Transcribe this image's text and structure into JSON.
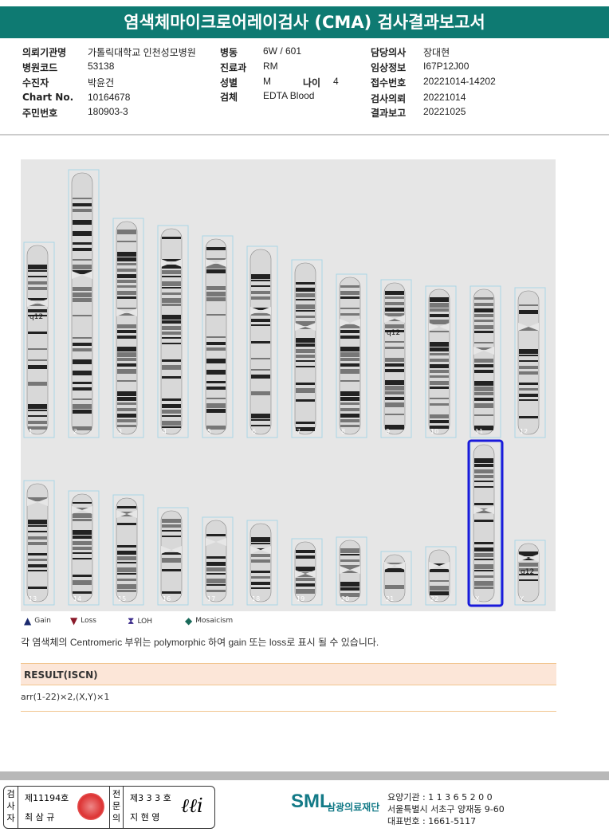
{
  "title": "염색체마이크로어레이검사 (CMA) 검사결과보고서",
  "info": {
    "col1": [
      {
        "k": "의뢰기관명",
        "v": "가톨릭대학교 인천성모병원"
      },
      {
        "k": "병원코드",
        "v": "53138"
      },
      {
        "k": "수진자",
        "v": "박윤건"
      },
      {
        "k": "Chart No.",
        "v": "10164678"
      },
      {
        "k": "주민번호",
        "v": "180903-3"
      }
    ],
    "col2": [
      {
        "k": "병동",
        "v": "6W / 601"
      },
      {
        "k": "진료과",
        "v": "RM"
      },
      {
        "k": "성별",
        "v": "M"
      },
      {
        "k": "검체",
        "v": "EDTA Blood"
      }
    ],
    "age": {
      "k": "나이",
      "v": "4"
    },
    "col3": [
      {
        "k": "담당의사",
        "v": "장대현"
      },
      {
        "k": "임상정보",
        "v": "I67P12J00"
      },
      {
        "k": "접수번호",
        "v": "20221014-14202"
      },
      {
        "k": "검사의뢰",
        "v": "20221014"
      },
      {
        "k": "결과보고",
        "v": "20221025"
      }
    ]
  },
  "karyotype": {
    "chromosomes": [
      "1",
      "2",
      "3",
      "4",
      "5",
      "6",
      "7",
      "8",
      "9",
      "10",
      "11",
      "12",
      "13",
      "14",
      "15",
      "16",
      "17",
      "18",
      "19",
      "20",
      "21",
      "22",
      "X",
      "Y"
    ],
    "annotations": {
      "1": "q12",
      "9": "q12",
      "Y": "q12"
    },
    "highlighted": "X",
    "highlight_color": "#1a1adb"
  },
  "legend": [
    {
      "label": "Gain",
      "icon": "triangle-up",
      "color": "#1a2a6e"
    },
    {
      "label": "Loss",
      "icon": "triangle-down",
      "color": "#8a1a2a"
    },
    {
      "label": "LOH",
      "icon": "bowtie",
      "color": "#3a2a8a"
    },
    {
      "label": "Mosaicism",
      "icon": "diamond",
      "color": "#1a6a5a"
    }
  ],
  "note": "각 염색체의 Centromeric 부위는 polymorphic 하여 gain 또는 loss로 표시 될 수 있습니다.",
  "result": {
    "heading": "RESULT(ISCN)",
    "value": "arr(1-22)×2,(X,Y)×1"
  },
  "footer": {
    "examiner_label": "검사자",
    "examiner_no": "제11194호",
    "examiner_name": "최 삼 규",
    "doctor_label": "전문의",
    "doctor_no": "제3 3 3 호",
    "doctor_name": "지 현 영",
    "org_logo": "SML",
    "org_name": "삼광의료재단",
    "address": [
      "요양기관 : 1 1 3 6 5 2 0 0",
      "서울특별시 서초구 양재동 9-60",
      "대표번호 : 1661-5117"
    ]
  }
}
